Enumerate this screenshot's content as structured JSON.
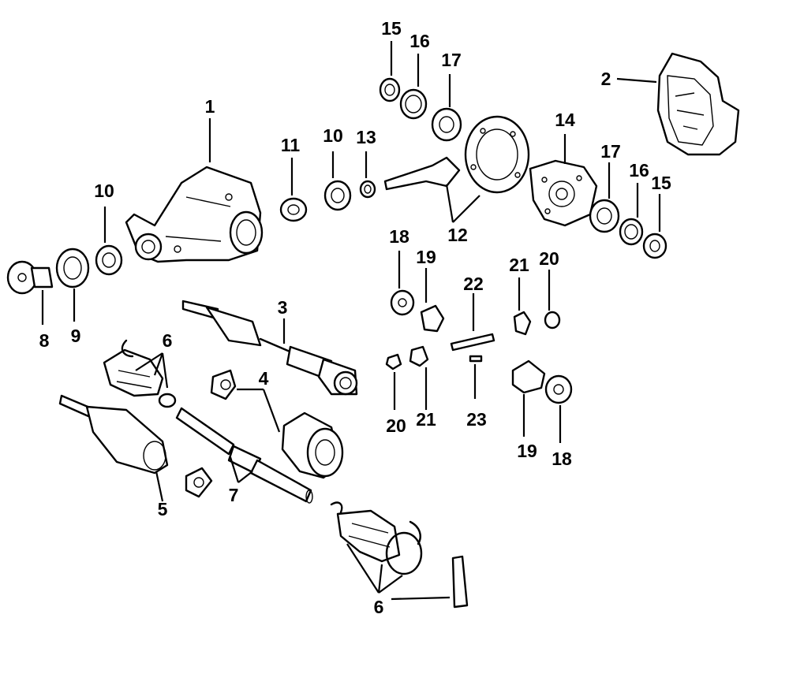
{
  "diagram": {
    "callouts": [
      {
        "id": "c1",
        "text": "1"
      },
      {
        "id": "c2",
        "text": "2"
      },
      {
        "id": "c3",
        "text": "3"
      },
      {
        "id": "c4",
        "text": "4"
      },
      {
        "id": "c5",
        "text": "5"
      },
      {
        "id": "c6a",
        "text": "6"
      },
      {
        "id": "c6b",
        "text": "6"
      },
      {
        "id": "c7",
        "text": "7"
      },
      {
        "id": "c8",
        "text": "8"
      },
      {
        "id": "c9",
        "text": "9"
      },
      {
        "id": "c10a",
        "text": "10"
      },
      {
        "id": "c10b",
        "text": "10"
      },
      {
        "id": "c11",
        "text": "11"
      },
      {
        "id": "c12",
        "text": "12"
      },
      {
        "id": "c13",
        "text": "13"
      },
      {
        "id": "c14",
        "text": "14"
      },
      {
        "id": "c15a",
        "text": "15"
      },
      {
        "id": "c15b",
        "text": "15"
      },
      {
        "id": "c16a",
        "text": "16"
      },
      {
        "id": "c16b",
        "text": "16"
      },
      {
        "id": "c17a",
        "text": "17"
      },
      {
        "id": "c17b",
        "text": "17"
      },
      {
        "id": "c18a",
        "text": "18"
      },
      {
        "id": "c18b",
        "text": "18"
      },
      {
        "id": "c19a",
        "text": "19"
      },
      {
        "id": "c19b",
        "text": "19"
      },
      {
        "id": "c20a",
        "text": "20"
      },
      {
        "id": "c20b",
        "text": "20"
      },
      {
        "id": "c21a",
        "text": "21"
      },
      {
        "id": "c21b",
        "text": "21"
      },
      {
        "id": "c22",
        "text": "22"
      },
      {
        "id": "c23",
        "text": "23"
      }
    ]
  }
}
